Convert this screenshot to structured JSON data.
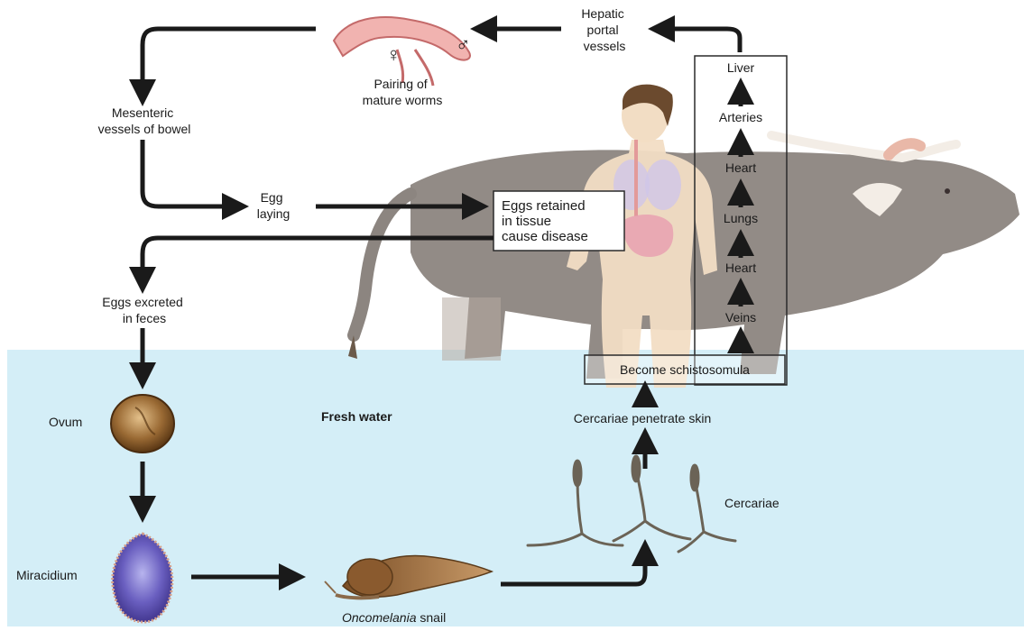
{
  "labels": {
    "hepatic_portal_vessels": [
      "Hepatic",
      "portal",
      "vessels"
    ],
    "pairing": [
      "Pairing of",
      "mature worms"
    ],
    "mesenteric": [
      "Mesenteric",
      "vessels of bowel"
    ],
    "egg_laying": [
      "Egg",
      "laying"
    ],
    "eggs_retained": [
      "Eggs retained",
      "in tissue",
      "cause disease"
    ],
    "eggs_excreted": [
      "Eggs excreted",
      "in feces"
    ],
    "ovum": "Ovum",
    "miracidium": "Miracidium",
    "snail_italic": "Oncomelania",
    "snail_rest": " snail",
    "fresh_water": "Fresh water",
    "cercariae": "Cercariae",
    "cercariae_penetrate": "Cercariae penetrate skin",
    "schistosomula": "Become schistosomula",
    "female_symbol": "♀",
    "male_symbol": "♂"
  },
  "body_path": [
    "Veins",
    "Heart",
    "Lungs",
    "Heart",
    "Arteries",
    "Liver"
  ],
  "colors": {
    "water": "#d4eef7",
    "arrow": "#1a1a1a",
    "cow": "#8c8580",
    "human_skin": "#f2ddc4",
    "worm": "#e8a0a0",
    "ovum": "#8a5a2b",
    "miracidium": "#6a5fb8",
    "snail": "#9a6b3f"
  }
}
